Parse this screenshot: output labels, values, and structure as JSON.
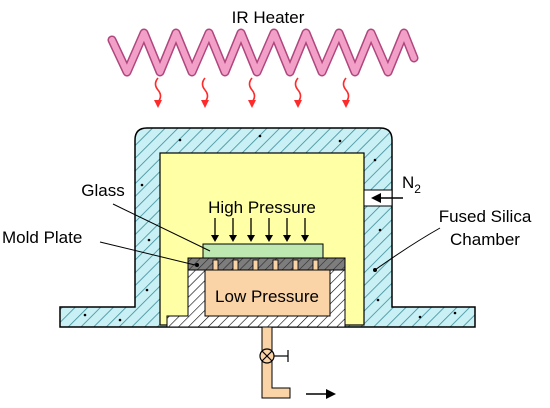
{
  "labels": {
    "ir_heater": "IR Heater",
    "glass": "Glass",
    "high_pressure": "High Pressure",
    "mold_plate": "Mold Plate",
    "low_pressure": "Low Pressure",
    "fused_silica_line1": "Fused Silica",
    "fused_silica_line2": "Chamber",
    "n2_main": "N",
    "n2_sub": "2"
  },
  "colors": {
    "heater_coil": "#f2a0c8",
    "heater_outline": "#b0467e",
    "heat_arrow": "#ff2a2a",
    "silica_fill": "#c9f0f4",
    "silica_hatch": "#3c8c99",
    "chamber_interior": "#ffffa6",
    "glass": "#bde9b0",
    "mold_plate": "#8c8c8c",
    "low_pressure_region": "#fad3a6",
    "pipe": "#fad3a6",
    "outline": "#000000"
  },
  "icons": [
    "ir-heater-coil-icon",
    "heat-wave-arrow-icon",
    "valve-icon",
    "flow-arrow-icon",
    "pressure-arrow-icon"
  ]
}
